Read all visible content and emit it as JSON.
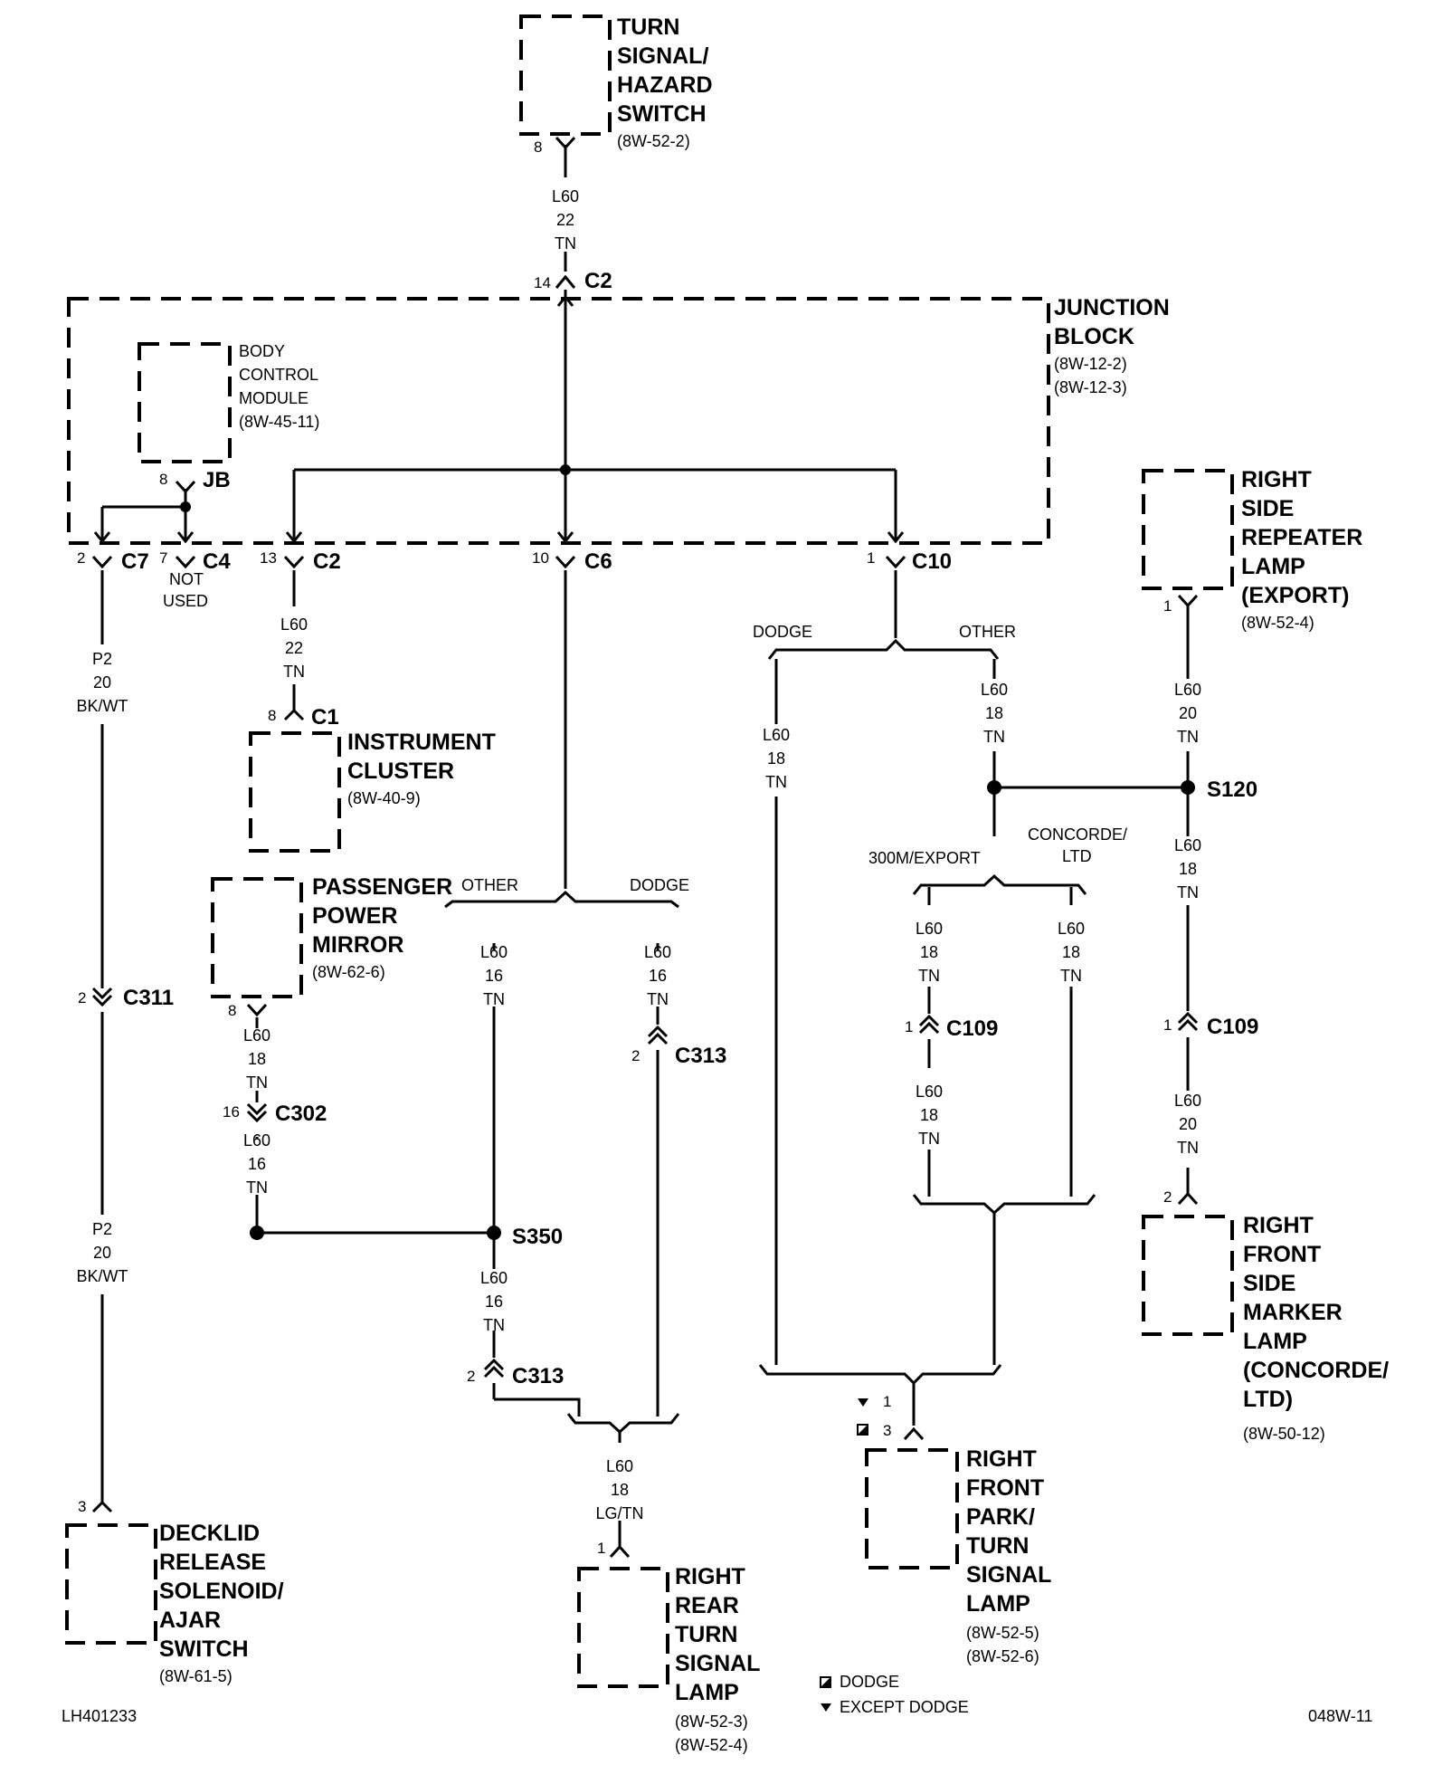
{
  "components": {
    "turn_signal_switch": {
      "lines": [
        "TURN",
        "SIGNAL/",
        "HAZARD",
        "SWITCH"
      ],
      "ref": "(8W-52-2)",
      "pin": "8"
    },
    "junction_block": {
      "lines": [
        "JUNCTION",
        "BLOCK"
      ],
      "refs": [
        "(8W-12-2)",
        "(8W-12-3)"
      ]
    },
    "body_control_module": {
      "lines": [
        "BODY",
        "CONTROL",
        "MODULE"
      ],
      "ref": "(8W-45-11)"
    },
    "instrument_cluster": {
      "lines": [
        "INSTRUMENT",
        "CLUSTER"
      ],
      "ref": "(8W-40-9)"
    },
    "passenger_power_mirror": {
      "lines": [
        "PASSENGER",
        "POWER",
        "MIRROR"
      ],
      "ref": "(8W-62-6)",
      "pin": "8"
    },
    "right_side_repeater_lamp": {
      "lines": [
        "RIGHT",
        "SIDE",
        "REPEATER",
        "LAMP",
        "(EXPORT)"
      ],
      "ref": "(8W-52-4)",
      "pin": "1"
    },
    "right_front_side_marker_lamp": {
      "lines": [
        "RIGHT",
        "FRONT",
        "SIDE",
        "MARKER",
        "LAMP",
        "(CONCORDE/",
        "LTD)"
      ],
      "ref": "(8W-50-12)",
      "pin": "2"
    },
    "decklid_release_solenoid": {
      "lines": [
        "DECKLID",
        "RELEASE",
        "SOLENOID/",
        "AJAR",
        "SWITCH"
      ],
      "ref": "(8W-61-5)",
      "pin": "3"
    },
    "right_rear_turn_signal_lamp": {
      "lines": [
        "RIGHT",
        "REAR",
        "TURN",
        "SIGNAL",
        "LAMP"
      ],
      "refs": [
        "(8W-52-3)",
        "(8W-52-4)"
      ],
      "pin": "1"
    },
    "right_front_park_turn_signal_lamp": {
      "lines": [
        "RIGHT",
        "FRONT",
        "PARK/",
        "TURN",
        "SIGNAL",
        "LAMP"
      ],
      "refs": [
        "(8W-52-5)",
        "(8W-52-6)"
      ],
      "pins": [
        "1",
        "3"
      ]
    }
  },
  "connectors": {
    "jb_c2_top": {
      "name": "C2",
      "pin": "14"
    },
    "bcm_jb": {
      "name": "JB",
      "pin": "8"
    },
    "jb_c7": {
      "name": "C7",
      "pin": "2"
    },
    "jb_c4": {
      "name": "C4",
      "pin": "7",
      "note": [
        "NOT",
        "USED"
      ]
    },
    "jb_c2": {
      "name": "C2",
      "pin": "13"
    },
    "jb_c6": {
      "name": "C6",
      "pin": "10"
    },
    "jb_c10": {
      "name": "C10",
      "pin": "1"
    },
    "cluster_c1": {
      "name": "C1",
      "pin": "8"
    },
    "c311": {
      "name": "C311",
      "pin": "2"
    },
    "c302": {
      "name": "C302",
      "pin": "16"
    },
    "c313_right": {
      "name": "C313",
      "pin": "2"
    },
    "c313_left": {
      "name": "C313",
      "pin": "2"
    },
    "c109_left": {
      "name": "C109",
      "pin": "1"
    },
    "c109_right": {
      "name": "C109",
      "pin": "1"
    }
  },
  "splices": {
    "s350": "S350",
    "s120": "S120"
  },
  "wires": {
    "w_switch_jb": [
      "L60",
      "22",
      "TN"
    ],
    "w_c7_p2_top": [
      "P2",
      "20",
      "BK/WT"
    ],
    "w_c7_p2_bottom": [
      "P2",
      "20",
      "BK/WT"
    ],
    "w_c2_cluster": [
      "L60",
      "22",
      "TN"
    ],
    "w_mirror_c302": [
      "L60",
      "18",
      "TN"
    ],
    "w_c302_s350": [
      "L60",
      "16",
      "TN"
    ],
    "w_other_s350": [
      "L60",
      "16",
      "TN"
    ],
    "w_dodge_c313": [
      "L60",
      "16",
      "TN"
    ],
    "w_s350_c313": [
      "L60",
      "16",
      "TN"
    ],
    "w_rear_lamp": [
      "L60",
      "18",
      "LG/TN"
    ],
    "w_c10_dodge": [
      "L60",
      "18",
      "TN"
    ],
    "w_c10_other": [
      "L60",
      "18",
      "TN"
    ],
    "w_300m_top": [
      "L60",
      "18",
      "TN"
    ],
    "w_300m_bottom": [
      "L60",
      "18",
      "TN"
    ],
    "w_concorde": [
      "L60",
      "18",
      "TN"
    ],
    "w_repeater": [
      "L60",
      "20",
      "TN"
    ],
    "w_s120_c109": [
      "L60",
      "18",
      "TN"
    ],
    "w_c109_marker": [
      "L60",
      "20",
      "TN"
    ]
  },
  "options": {
    "other_left": "OTHER",
    "dodge_left": "DODGE",
    "dodge_c10": "DODGE",
    "other_c10": "OTHER",
    "m300_export": "300M/EXPORT",
    "concorde_ltd": [
      "CONCORDE/",
      "LTD"
    ]
  },
  "legend": {
    "dodge": "DODGE",
    "except_dodge": "EXCEPT DODGE"
  },
  "footer": {
    "left": "LH401233",
    "right": "048W-11"
  }
}
